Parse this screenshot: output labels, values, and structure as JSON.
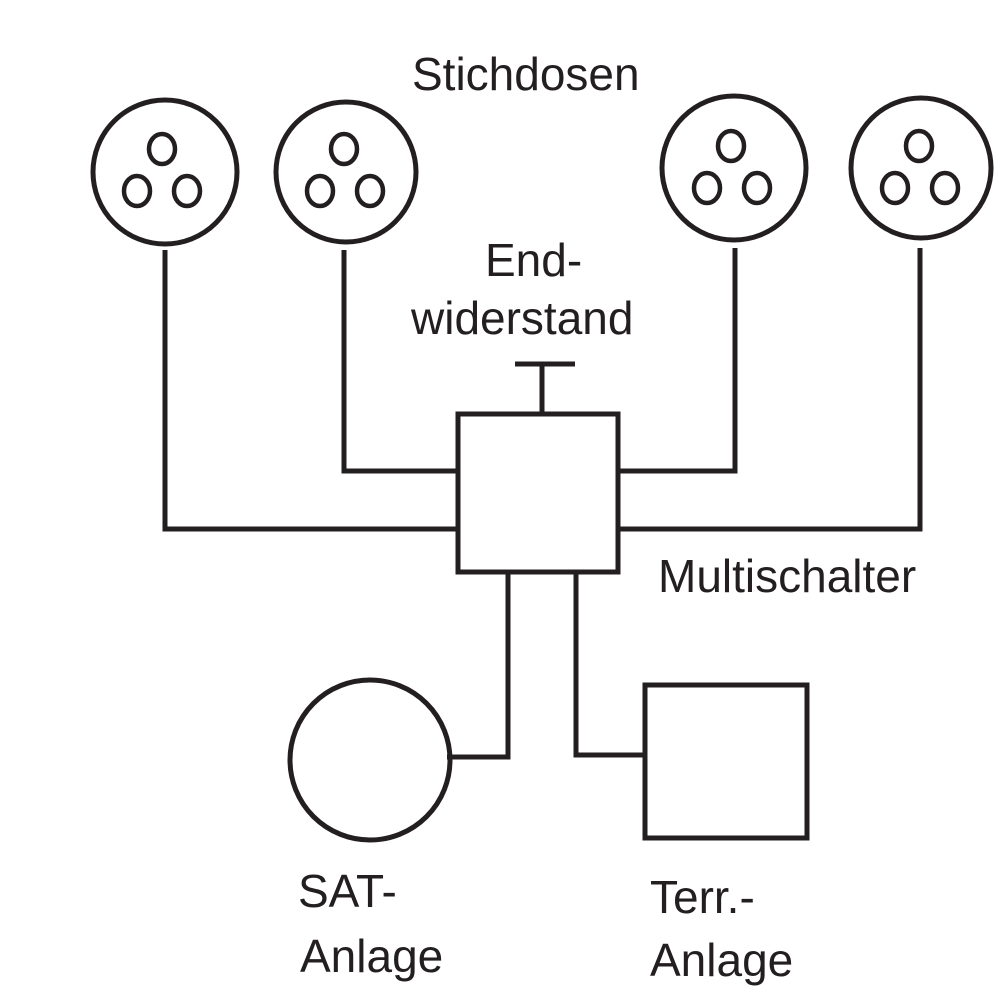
{
  "labels": {
    "stichdosen": "Stichdosen",
    "endwiderstand_line1": "End-",
    "endwiderstand_line2": "widerstand",
    "multischalter": "Multischalter",
    "sat_line1": "SAT-",
    "sat_line2": "Anlage",
    "terr_line1": "Terr.-",
    "terr_line2": "Anlage"
  },
  "sockets": [
    {
      "id": "stichdose-1"
    },
    {
      "id": "stichdose-2"
    },
    {
      "id": "stichdose-3"
    },
    {
      "id": "stichdose-4"
    }
  ],
  "colors": {
    "ink": "#231f20",
    "background": "#ffffff"
  }
}
